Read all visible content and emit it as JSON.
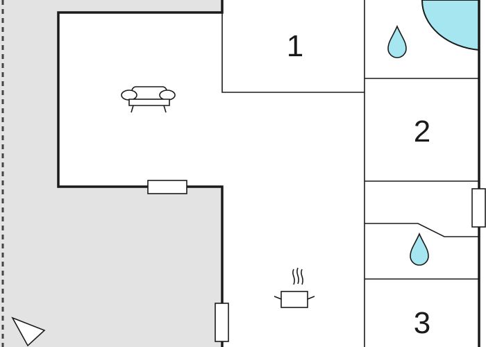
{
  "rooms": [
    {
      "label": "1"
    },
    {
      "label": "2"
    },
    {
      "label": "3"
    }
  ],
  "icons": [
    "sofa-icon",
    "cooking-pot-icon",
    "water-drop-icon",
    "compass-arrow-icon"
  ],
  "colors": {
    "wall": "#1a1a1a",
    "outdoor_area": "#e3e3e3",
    "water": "#a6e6f0",
    "background": "#ffffff",
    "dashed_boundary": "#444444"
  }
}
